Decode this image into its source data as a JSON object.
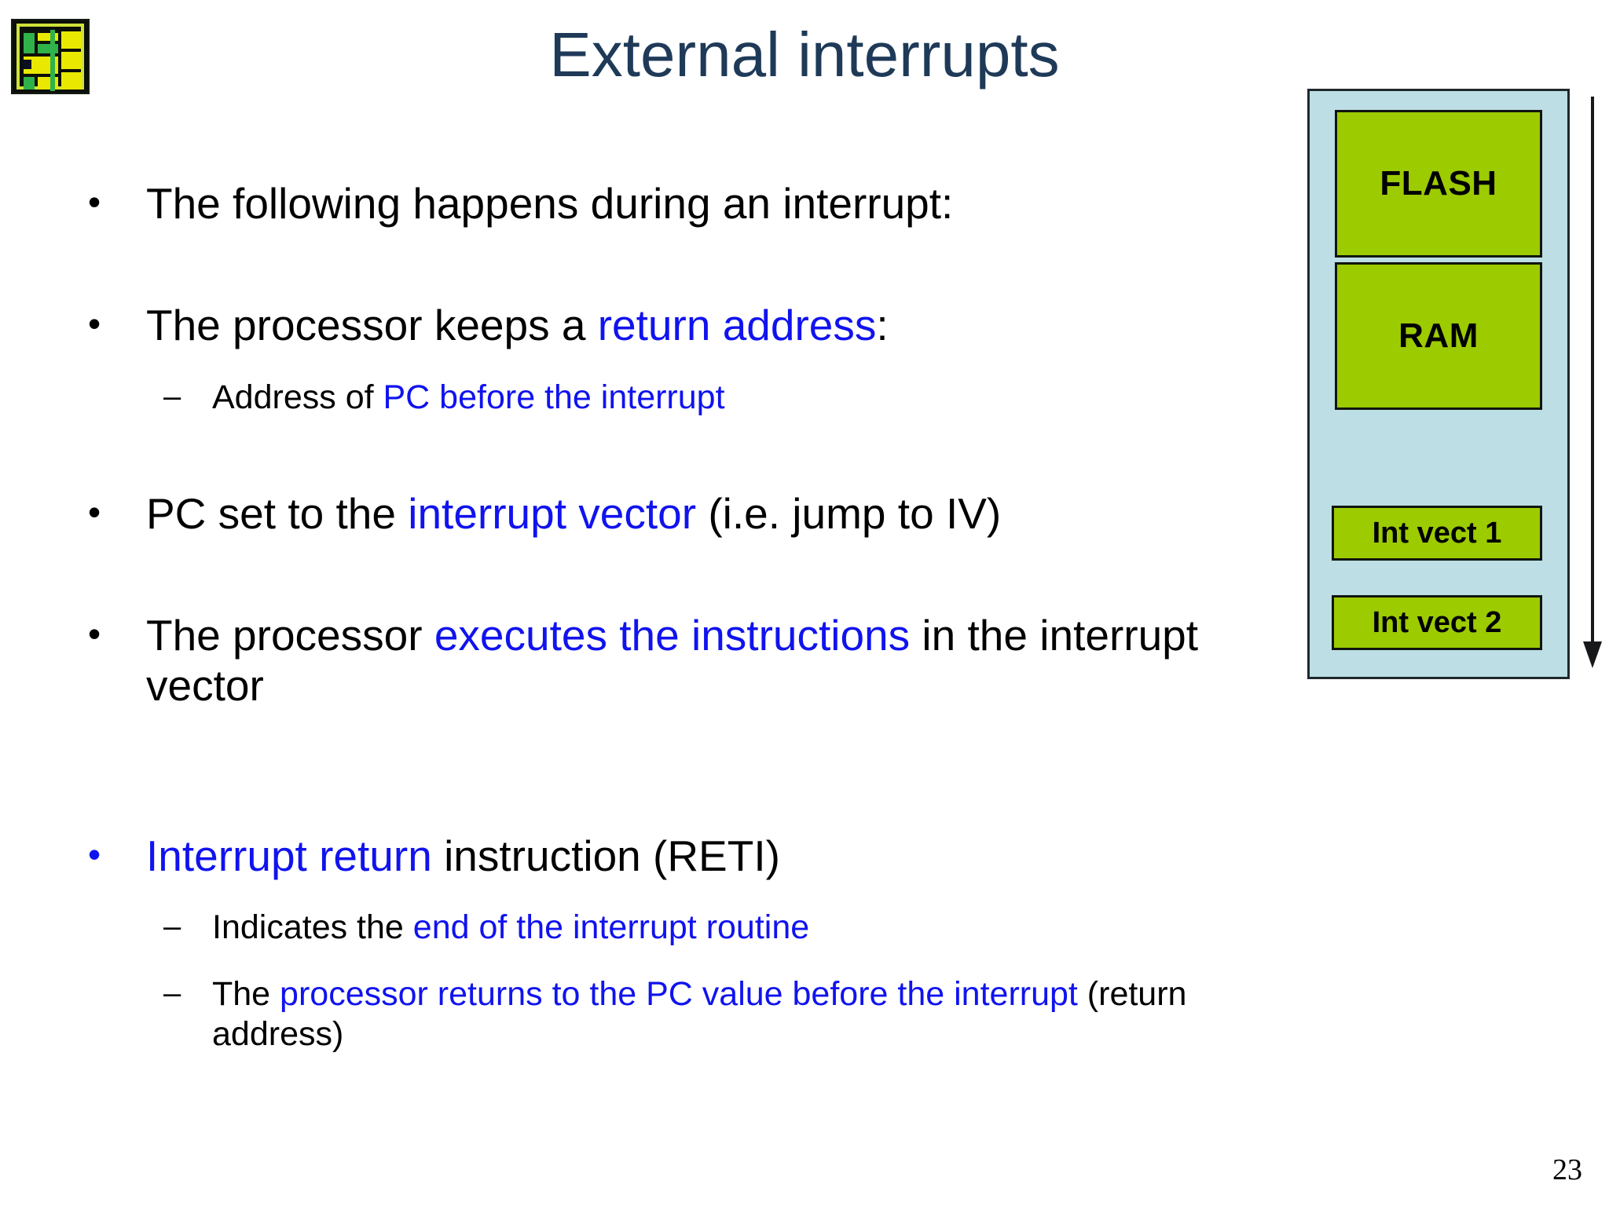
{
  "slide": {
    "title": "External interrupts",
    "page_number": "23",
    "logo_name": "microchip-die-logo",
    "accent_blue": "#1013EE",
    "title_color": "#1F3A58",
    "memory_fill": "#9CCB00",
    "memory_bg": "#BCDEE4"
  },
  "bullets": [
    {
      "level": 1,
      "marker": "•",
      "marker_color": "black",
      "segments": [
        {
          "text": "The following happens during an interrupt:",
          "color": "black"
        }
      ]
    },
    {
      "level": 1,
      "marker": "•",
      "marker_color": "black",
      "segments": [
        {
          "text": "The processor keeps a ",
          "color": "black"
        },
        {
          "text": "return address",
          "color": "blue"
        },
        {
          "text": ":",
          "color": "black"
        }
      ]
    },
    {
      "level": 2,
      "marker": "–",
      "marker_color": "black",
      "segments": [
        {
          "text": "Address of ",
          "color": "black"
        },
        {
          "text": "PC before the interrupt",
          "color": "blue"
        }
      ]
    },
    {
      "level": 1,
      "marker": "•",
      "marker_color": "black",
      "segments": [
        {
          "text": "PC set to the ",
          "color": "black"
        },
        {
          "text": "interrupt vector",
          "color": "blue"
        },
        {
          "text": " (i.e. jump to IV)",
          "color": "black"
        }
      ]
    },
    {
      "level": 1,
      "marker": "•",
      "marker_color": "black",
      "segments": [
        {
          "text": "The processor ",
          "color": "black"
        },
        {
          "text": "executes the instructions",
          "color": "blue"
        },
        {
          "text": " in the interrupt vector",
          "color": "black"
        }
      ]
    },
    {
      "level": 1,
      "marker": "•",
      "marker_color": "blue",
      "segments": [
        {
          "text": "Interrupt return",
          "color": "blue"
        },
        {
          "text": " instruction (RETI)",
          "color": "black"
        }
      ]
    },
    {
      "level": 2,
      "marker": "–",
      "marker_color": "black",
      "segments": [
        {
          "text": "Indicates the ",
          "color": "black"
        },
        {
          "text": "end of the interrupt routine",
          "color": "blue"
        }
      ]
    },
    {
      "level": 2,
      "marker": "–",
      "marker_color": "black",
      "segments": [
        {
          "text": "The ",
          "color": "black"
        },
        {
          "text": "processor returns to the PC value before the interrupt",
          "color": "blue"
        },
        {
          "text": " (return address)",
          "color": "black"
        }
      ]
    }
  ],
  "memory_diagram": {
    "name": "memory-map",
    "blocks": [
      {
        "label": "FLASH",
        "key": "flash"
      },
      {
        "label": "RAM",
        "key": "ram"
      },
      {
        "label": "Int vect 1",
        "key": "int-vect-1"
      },
      {
        "label": "Int vect 2",
        "key": "int-vect-2"
      }
    ],
    "arrow": {
      "direction": "down",
      "name": "address-direction-arrow"
    }
  }
}
